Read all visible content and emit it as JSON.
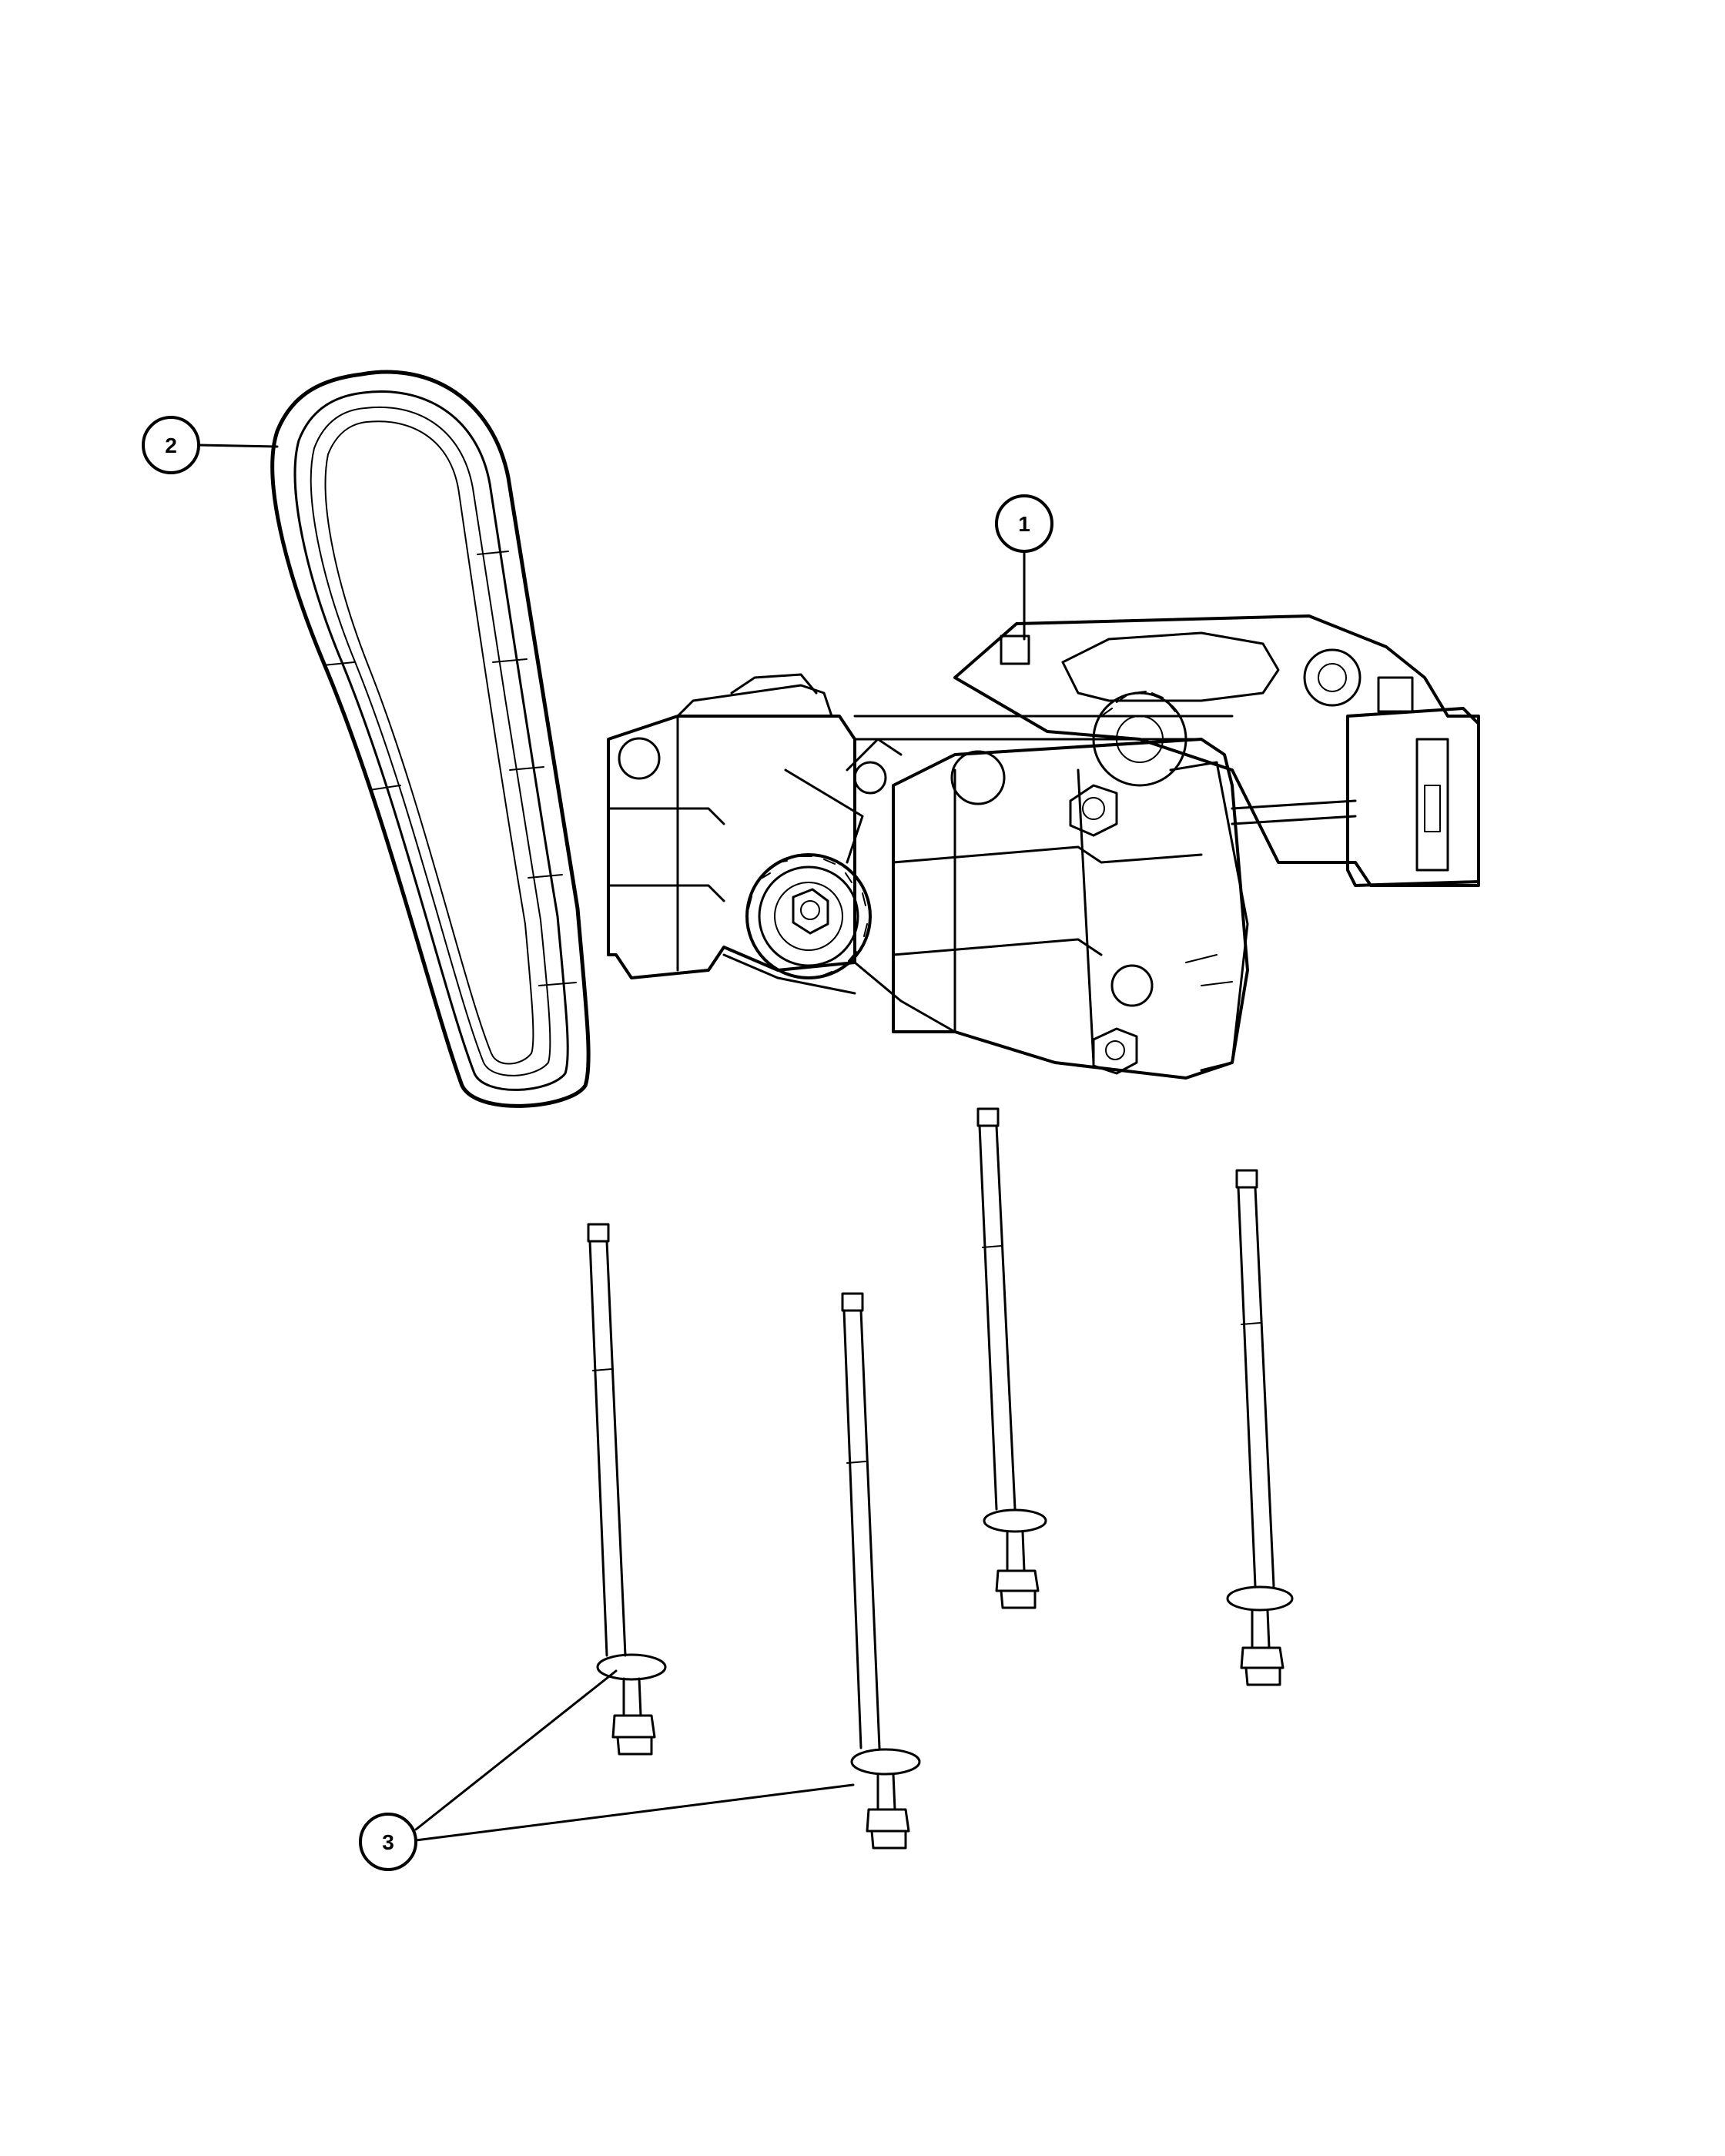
{
  "callouts": [
    {
      "number": "1"
    },
    {
      "number": "2"
    },
    {
      "number": "3"
    }
  ],
  "colors": {
    "line": "#000000",
    "fill": "#ffffff"
  }
}
